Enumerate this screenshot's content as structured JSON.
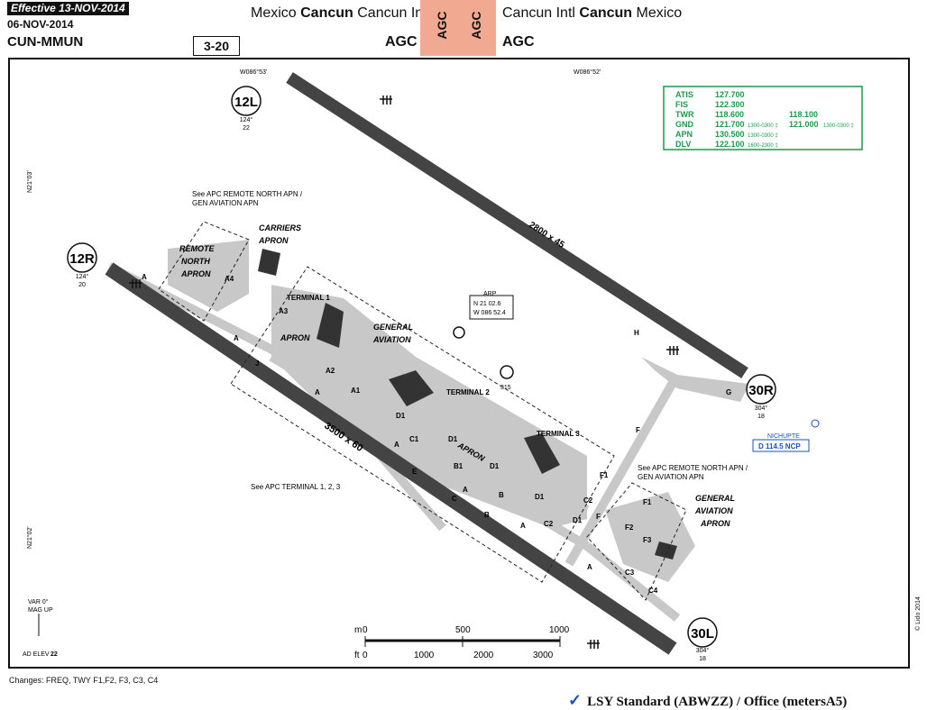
{
  "header": {
    "effective": "Effective 13-NOV-2014",
    "date": "06-NOV-2014",
    "identifier": "CUN-MMUN",
    "page": "3-20",
    "left_prefix": "Mexico ",
    "left_bold": "Cancun",
    "left_suffix": " Cancun Intl",
    "right_prefix": "Cancun Intl ",
    "right_bold": "Cancun",
    "right_suffix": " Mexico",
    "agc": "AGC",
    "agc_band_color": "#f2a992"
  },
  "map": {
    "coords": {
      "w86_53": "W086°53'",
      "w86_52": "W086°52'",
      "n21_03": "N21°03'",
      "n21_02": "N21°02'"
    },
    "runways": {
      "r12l": {
        "label": "12L",
        "heading": "124°",
        "elev": "22"
      },
      "r12r": {
        "label": "12R",
        "heading": "124°",
        "elev": "20"
      },
      "r30r": {
        "label": "30R",
        "heading": "304°",
        "elev": "18"
      },
      "r30l": {
        "label": "30L",
        "heading": "304°",
        "elev": "18"
      },
      "dim_north": "2800 x 45",
      "dim_south": "3500 x 60"
    },
    "frequencies": {
      "color": "#1a9a4a",
      "rows": [
        {
          "name": "ATIS",
          "f1": "127.700",
          "t1": "",
          "f2": "",
          "t2": ""
        },
        {
          "name": "FIS",
          "f1": "122.300",
          "t1": "",
          "f2": "",
          "t2": ""
        },
        {
          "name": "TWR",
          "f1": "118.600",
          "t1": "",
          "f2": "118.100",
          "t2": ""
        },
        {
          "name": "GND",
          "f1": "121.700",
          "t1": "1300-0300 ‡",
          "f2": "121.000",
          "t2": "1300-0300 ‡"
        },
        {
          "name": "APN",
          "f1": "130.500",
          "t1": "1300-0300 ‡",
          "f2": "",
          "t2": ""
        },
        {
          "name": "DLV",
          "f1": "122.100",
          "t1": "1600-2300 ‡",
          "f2": "",
          "t2": ""
        }
      ]
    },
    "arp": {
      "label": "ARP",
      "lat": "N 21 02.6",
      "lon": "W 086 52.4"
    },
    "navaid": {
      "name": "NICHUPTE",
      "ident": "D 114.5 NCP",
      "color": "#1a4fc4"
    },
    "tower_elev": "315",
    "labels": {
      "see_north_apn": "See APC REMOTE NORTH APN /",
      "gen_aviation_apn": "GEN AVIATION APN",
      "carriers": "CARRIERS",
      "apron": "APRON",
      "remote": "REMOTE",
      "north": "NORTH",
      "terminal1": "TERMINAL 1",
      "terminal2": "TERMINAL 2",
      "terminal3": "TERMINAL 3",
      "general": "GENERAL",
      "aviation": "AVIATION",
      "see_terminal": "See APC TERMINAL 1, 2, 3",
      "see_remote_north": "See APC REMOTE NORTH APN /",
      "gen_aviation_apn_r": "GEN AVIATION APN"
    },
    "taxiways": [
      "A",
      "A4",
      "A3",
      "A",
      "J",
      "A2",
      "A",
      "A1",
      "D1",
      "C1",
      "A",
      "D1",
      "B1",
      "D1",
      "E",
      "C",
      "A",
      "B",
      "B",
      "D1",
      "A",
      "C2",
      "C2",
      "D1",
      "F1",
      "F",
      "F",
      "A",
      "H",
      "G",
      "F1",
      "F2",
      "F3",
      "C3",
      "C4"
    ],
    "var": "VAR 0°",
    "mag_up": "MAG UP",
    "ad_elev_label": "AD ELEV",
    "ad_elev": "22",
    "scale": {
      "m_label": "m",
      "m_ticks": [
        "0",
        "500",
        "1000"
      ],
      "ft_label": "ft",
      "ft_ticks": [
        "0",
        "1000",
        "2000",
        "3000"
      ]
    },
    "copyright": "© Lido 2014"
  },
  "footer": {
    "changes": "Changes: FREQ, TWY F1,F2, F3, C3, C4",
    "lsy": "LSY Standard (ABWZZ) / Office (metersA5)",
    "check_color": "#1a4fc4"
  }
}
